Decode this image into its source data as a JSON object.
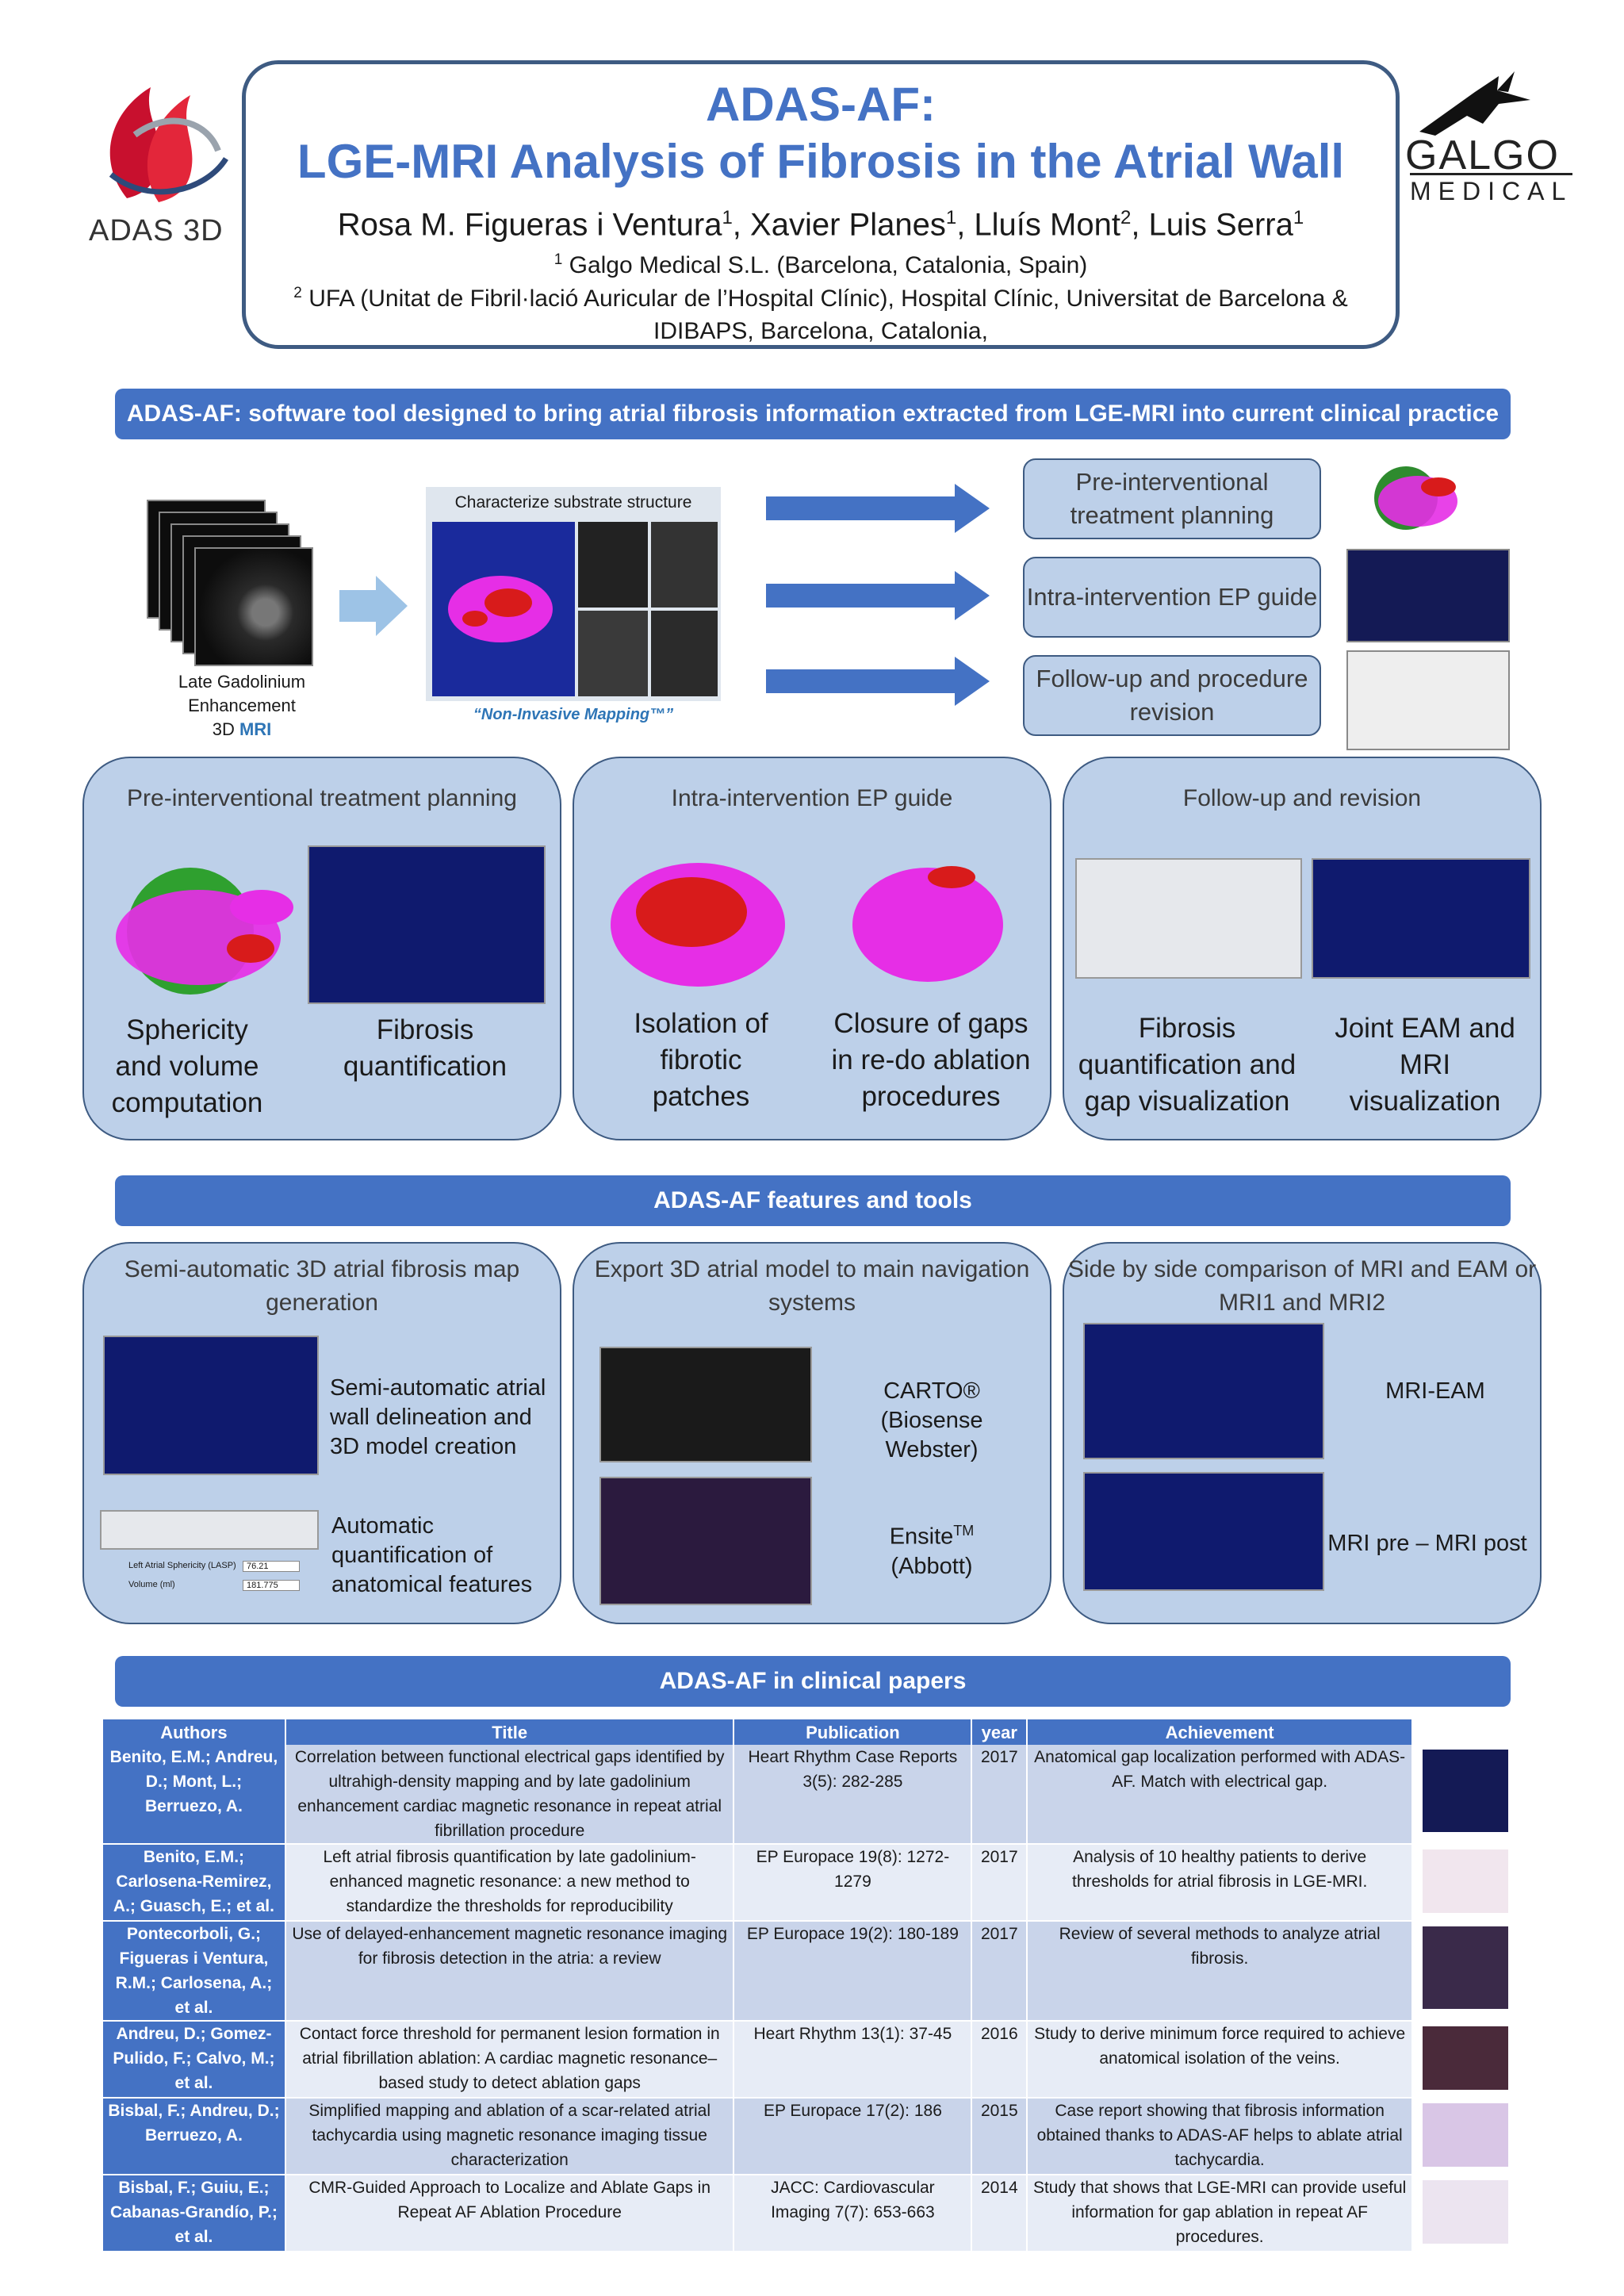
{
  "header": {
    "title_line1": "ADAS-AF:",
    "title_line2": "LGE-MRI Analysis of Fibrosis in the Atrial Wall",
    "authors": [
      {
        "name": "Rosa M. Figueras i Ventura",
        "aff": "1"
      },
      {
        "name": "Xavier Planes",
        "aff": "1"
      },
      {
        "name": "Lluís Mont",
        "aff": "2"
      },
      {
        "name": "Luis Serra",
        "aff": "1"
      }
    ],
    "affiliation1_num": "1",
    "affiliation1": "Galgo Medical S.L. (Barcelona, Catalonia, Spain)",
    "affiliation2_num": "2",
    "affiliation2_a": "UFA (Unitat de Fibril·lació Auricular de l’Hospital Clínic), Hospital Clínic, Universitat de Barcelona  &",
    "affiliation2_b": "IDIBAPS, Barcelona, Catalonia,"
  },
  "logos": {
    "left_text": "ADAS 3D",
    "right_text1": "GALGO",
    "right_text2": "MEDICAL"
  },
  "banners": {
    "intro": "ADAS-AF: software tool designed to bring atrial fibrosis information extracted from LGE-MRI into current clinical practice",
    "features": "ADAS-AF features and tools",
    "papers": "ADAS-AF  in clinical papers"
  },
  "overview": {
    "input_label_1": "Late Gadolinium",
    "input_label_2": "Enhancement",
    "input_label_3": "3D ",
    "input_label_mri": "MRI",
    "characterize_title": "Characterize substrate structure",
    "non_invasive": "“Non-Invasive Mapping™”",
    "outputs": [
      "Pre-interventional treatment planning",
      "Intra-intervention EP guide",
      "Follow-up and procedure revision"
    ]
  },
  "uses": {
    "planning": {
      "title": "Pre-interventional treatment planning",
      "cap1": "Sphericity and volume computation",
      "cap2": "Fibrosis quantification"
    },
    "intra": {
      "title": "Intra-intervention EP guide",
      "cap1": "Isolation of fibrotic patches",
      "cap2": "Closure of gaps in re-do ablation procedures"
    },
    "followup": {
      "title": "Follow-up and revision",
      "cap1": "Fibrosis quantification and gap visualization",
      "cap2": "Joint EAM and MRI visualization"
    }
  },
  "features": {
    "map": {
      "title": "Semi-automatic 3D atrial fibrosis map generation",
      "cap1": "Semi-automatic atrial wall delineation and 3D model creation",
      "cap2": "Automatic quantification of anatomical features",
      "field1_label": "Left Atrial Sphericity (LASP)",
      "field1_value": "76.21",
      "field2_label": "Volume (ml)",
      "field2_value": "181.775"
    },
    "export": {
      "title": "Export 3D atrial model to main navigation systems",
      "sys1": "CARTO®",
      "sys1_vendor": "(Biosense Webster)",
      "sys2": "Ensite",
      "sys2_tm": "TM",
      "sys2_vendor": "(Abbott)"
    },
    "compare": {
      "title": "Side by side comparison of MRI and EAM or MRI1 and MRI2",
      "cap1": "MRI-EAM",
      "cap2": "MRI pre – MRI post"
    }
  },
  "papers": {
    "columns": [
      "Authors",
      "Title",
      "Publication",
      "year",
      "Achievement"
    ],
    "rows": [
      {
        "authors": "Benito, E.M.; Andreu, D.; Mont, L.; Berruezo, A.",
        "title": "Correlation between functional electrical gaps identified by ultrahigh-density mapping and by late gadolinium enhancement cardiac magnetic resonance in repeat atrial fibrillation procedure",
        "publication": "Heart Rhythm Case Reports 3(5): 282-285",
        "year": "2017",
        "achievement": "Anatomical gap localization performed with ADAS-AF. Match with electrical gap."
      },
      {
        "authors": "Benito, E.M.; Carlosena-Remirez, A.; Guasch, E.; et al.",
        "title": "Left atrial fibrosis quantification by late gadolinium-enhanced magnetic resonance: a new method to standardize the thresholds for reproducibility",
        "publication": "EP Europace 19(8): 1272-1279",
        "year": "2017",
        "achievement": "Analysis of 10 healthy patients to derive thresholds for atrial fibrosis in LGE-MRI."
      },
      {
        "authors": "Pontecorboli, G.; Figueras i Ventura, R.M.; Carlosena, A.; et al.",
        "title": "Use of delayed-enhancement magnetic resonance imaging for fibrosis detection in the atria: a review",
        "publication": "EP Europace 19(2): 180-189",
        "year": "2017",
        "achievement": "Review of several methods to analyze atrial fibrosis."
      },
      {
        "authors": "Andreu, D.; Gomez-Pulido, F.; Calvo, M.; et al.",
        "title": "Contact force threshold for permanent lesion formation in atrial fibrillation ablation: A cardiac magnetic resonance–based study to detect ablation gaps",
        "publication": "Heart Rhythm 13(1): 37-45",
        "year": "2016",
        "achievement": "Study to derive minimum force required to achieve anatomical isolation of the veins."
      },
      {
        "authors": "Bisbal, F.; Andreu, D.; Berruezo, A.",
        "title": "Simplified mapping and ablation of a scar-related atrial tachycardia using magnetic resonance imaging tissue characterization",
        "publication": "EP Europace 17(2): 186",
        "year": "2015",
        "achievement": "Case report showing that fibrosis information obtained thanks to ADAS-AF helps to ablate atrial tachycardia."
      },
      {
        "authors": "Bisbal, F.; Guiu, E.; Cabanas-Grandío, P.; et al.",
        "title": "CMR-Guided Approach to Localize and Ablate Gaps in Repeat AF Ablation Procedure",
        "publication": "JACC: Cardiovascular Imaging 7(7): 653-663",
        "year": "2014",
        "achievement": "Study that shows that LGE-MRI can provide useful information for gap ablation in repeat AF procedures."
      }
    ]
  },
  "colors": {
    "accent": "#4472c4",
    "panel": "#bdd0e9",
    "border": "#3e5b82",
    "atrium": "#e62ee6",
    "fibrosis": "#d81b1b"
  }
}
